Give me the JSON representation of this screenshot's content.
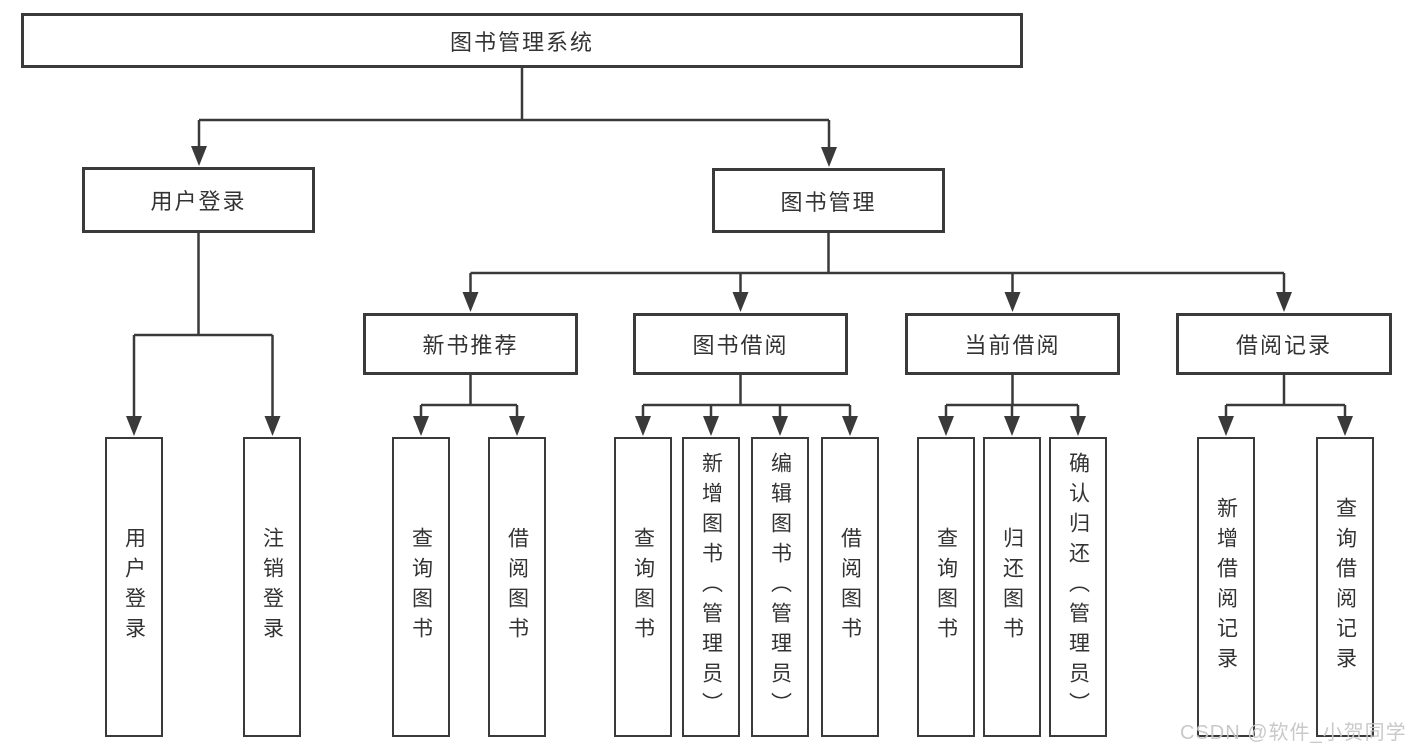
{
  "tree": {
    "label": "图书管理系统",
    "children": [
      {
        "label": "用户登录",
        "children": [
          {
            "label": "用户登录"
          },
          {
            "label": "注销登录"
          }
        ]
      },
      {
        "label": "图书管理",
        "children": [
          {
            "label": "新书推荐",
            "children": [
              {
                "label": "查询图书"
              },
              {
                "label": "借阅图书"
              }
            ]
          },
          {
            "label": "图书借阅",
            "children": [
              {
                "label": "查询图书"
              },
              {
                "label": "新增图书（管理员）"
              },
              {
                "label": "编辑图书（管理员）"
              },
              {
                "label": "借阅图书"
              }
            ]
          },
          {
            "label": "当前借阅",
            "children": [
              {
                "label": "查询图书"
              },
              {
                "label": "归还图书"
              },
              {
                "label": "确认归还（管理员）"
              }
            ]
          },
          {
            "label": "借阅记录",
            "children": [
              {
                "label": "新增借阅记录"
              },
              {
                "label": "查询借阅记录"
              }
            ]
          }
        ]
      }
    ]
  },
  "watermark": "CSDN @软件_小贺同学",
  "colors": {
    "line": "#3a3a3a",
    "text": "#333333",
    "watermark": "#c6c6c6",
    "background": "#ffffff"
  }
}
